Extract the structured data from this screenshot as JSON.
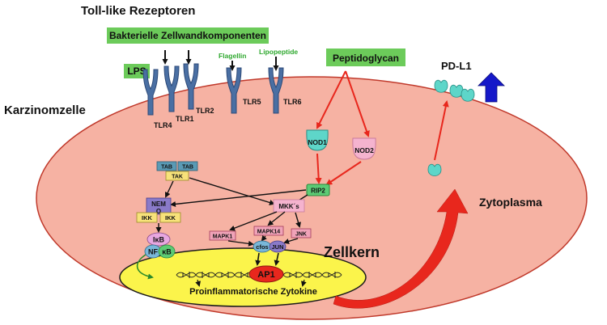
{
  "title": "Toll-like Rezeptoren",
  "cell_label": "Karzinomzelle",
  "cytoplasm_label": "Zytoplasma",
  "nucleus_label": "Zellkern",
  "bacterial_components": "Bakterielle Zellwandkomponenten",
  "lps": "LPS",
  "flagellin": "Flagellin",
  "lipopeptide": "Lipopeptide",
  "peptidoglycan": "Peptidoglycan",
  "receptors": {
    "tlr4": "TLR4",
    "tlr1": "TLR1",
    "tlr2": "TLR2",
    "tlr5": "TLR5",
    "tlr6": "TLR6"
  },
  "nod1": "NOD1",
  "nod2": "NOD2",
  "rip2": "RIP2",
  "pdl1": "PD-L1",
  "pathway": {
    "tab1": "TAB",
    "tab2": "TAB",
    "tak": "TAK",
    "nemo_line1": "NEM",
    "nemo_line2": "O",
    "ikk1": "IKK",
    "ikk2": "IKK",
    "ikb": "IκB",
    "nfkb_nf": "NF",
    "nfkb_kb": "κB",
    "mkks": "MKK´s",
    "mapk1": "MAPK1",
    "mapk14": "MAPK14",
    "jnk": "JNK",
    "cfos": "cfos",
    "jun": "JUN",
    "ap1": "AP1"
  },
  "cytokines": "Proinflammatorische Zytokine",
  "colors": {
    "cell_fill": "#f6b2a3",
    "nucleus_fill": "#fbf44b",
    "label_green": "#6ccb5a",
    "receptor_blue": "#4a6fa3",
    "arrow_red": "#e8271d",
    "pdl1_teal": "#5ed6c9",
    "up_arrow_blue": "#1518c9"
  },
  "icons": [
    "up-arrow-icon",
    "dna-helix-icon"
  ]
}
